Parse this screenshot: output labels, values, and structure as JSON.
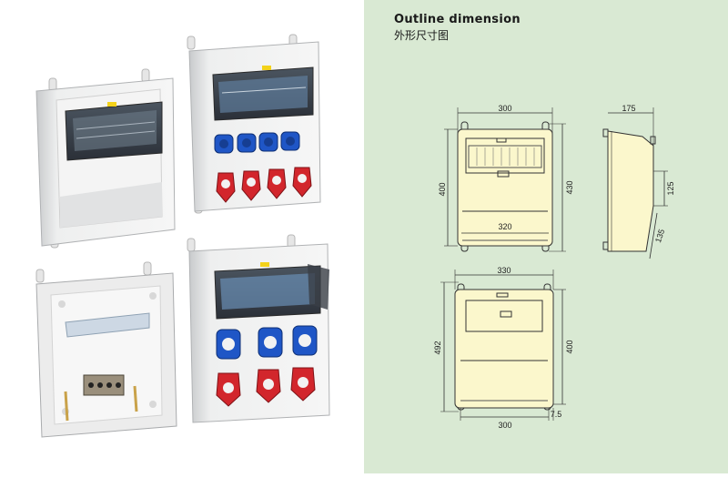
{
  "header": {
    "title": "Outline dimension",
    "subtitle": "外形尺寸图"
  },
  "colors": {
    "panel_background": "#d9e9d3",
    "box_fill": "#fbf7cc",
    "socket_blue": "#1f56c6",
    "socket_red": "#d2262c",
    "warning_yellow": "#f3d21a"
  },
  "top_drawing": {
    "width_top": "300",
    "width_inner": "320",
    "height_left": "400",
    "height_right": "430",
    "depth": "175",
    "side_height": "125",
    "side_angle": "135"
  },
  "bottom_drawing": {
    "width_top": "330",
    "width_bottom": "300",
    "offset": "7.5",
    "height_left": "492",
    "height_right": "400"
  },
  "products": [
    {
      "name": "enclosure-with-breaker-window"
    },
    {
      "name": "socket-box-4-blue-4-red"
    },
    {
      "name": "open-enclosure-with-terminal-block"
    },
    {
      "name": "socket-box-3-blue-3-red"
    }
  ]
}
